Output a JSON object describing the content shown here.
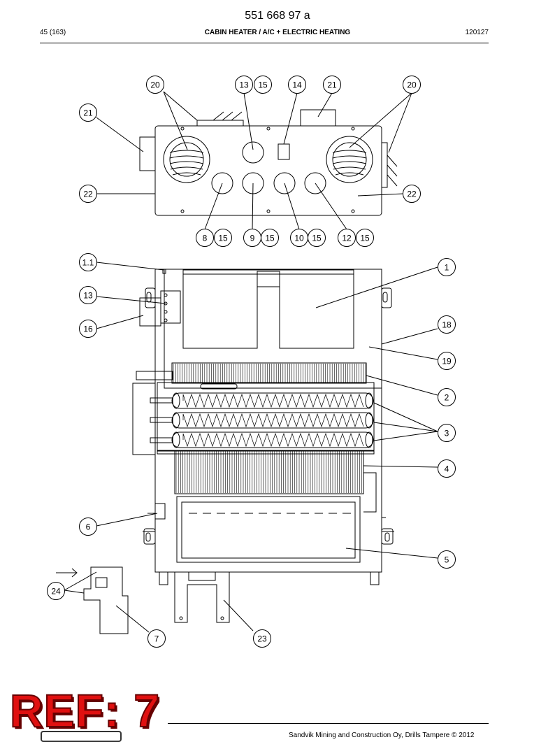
{
  "header": {
    "doc_number": "551 668 97 a",
    "page": "45 (163)",
    "title": "CABIN HEATER / A/C + ELECTRIC HEATING",
    "code": "120127"
  },
  "stamp": {
    "text": "REF: 7",
    "color": "#e01010"
  },
  "footer": {
    "text": "Sandvik Mining and Construction Oy, Drills Tampere © 2012"
  },
  "callouts": {
    "c20a": "20",
    "c13a": "13",
    "c15a": "15",
    "c14": "14",
    "c21a": "21",
    "c20b": "20",
    "c21b": "21",
    "c22a": "22",
    "c22b": "22",
    "c8": "8",
    "c15b": "15",
    "c9": "9",
    "c15c": "15",
    "c10": "10",
    "c15d": "15",
    "c12": "12",
    "c15e": "15",
    "c1_1": "1.1",
    "c1": "1",
    "c13b": "13",
    "c16": "16",
    "c18": "18",
    "c19": "19",
    "c2": "2",
    "c3": "3",
    "c4": "4",
    "c6": "6",
    "c5": "5",
    "c24": "24",
    "c7": "7",
    "c23": "23"
  }
}
